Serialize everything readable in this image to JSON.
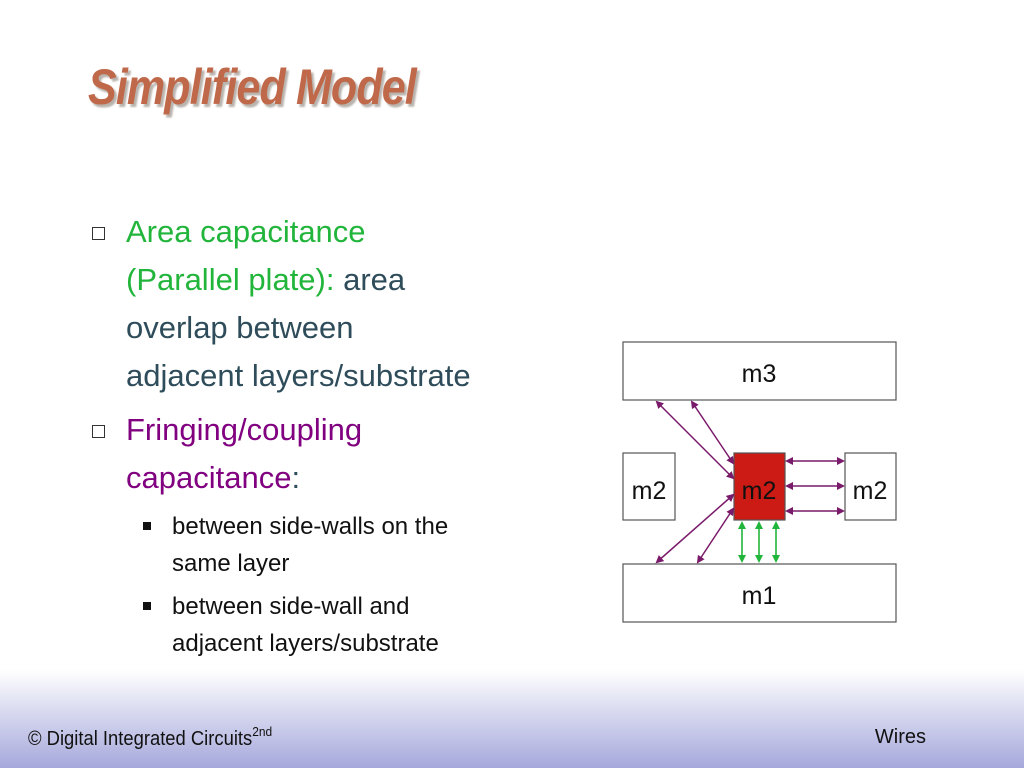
{
  "slide": {
    "title": "Simplified Model",
    "bullets": [
      {
        "lines": [
          {
            "text": "Area capacitance",
            "color": "#22b53b"
          },
          {
            "text": "(Parallel plate):",
            "color": "#22b53b",
            "tail": " area",
            "tail_color": "#2f4c5a"
          },
          {
            "text": "overlap between",
            "color": "#2f4c5a"
          },
          {
            "text": "adjacent layers/substrate",
            "color": "#2f4c5a"
          }
        ]
      },
      {
        "lines": [
          {
            "text": "Fringing/coupling",
            "color": "#800080"
          },
          {
            "text": "capacitance",
            "color": "#800080",
            "tail": ":",
            "tail_color": "#2f4c5a"
          }
        ],
        "sub": [
          {
            "lines": [
              "between side-walls on the",
              "same layer"
            ]
          },
          {
            "lines": [
              "between side-wall and",
              "adjacent layers/substrate"
            ]
          }
        ]
      }
    ],
    "diagram": {
      "top_layer": "m3",
      "left_wire": "m2",
      "center_wire": "m2",
      "right_wire": "m2",
      "bottom_layer": "m1",
      "colors": {
        "center_fill": "#cc1a14",
        "fringe_arrow": "#7a1a6a",
        "area_arrow": "#22b53b",
        "box_stroke": "#555555"
      }
    },
    "footer": {
      "left_text": "© Digital Integrated Circuits",
      "left_superscript": "2nd",
      "right_text": "Wires"
    }
  }
}
